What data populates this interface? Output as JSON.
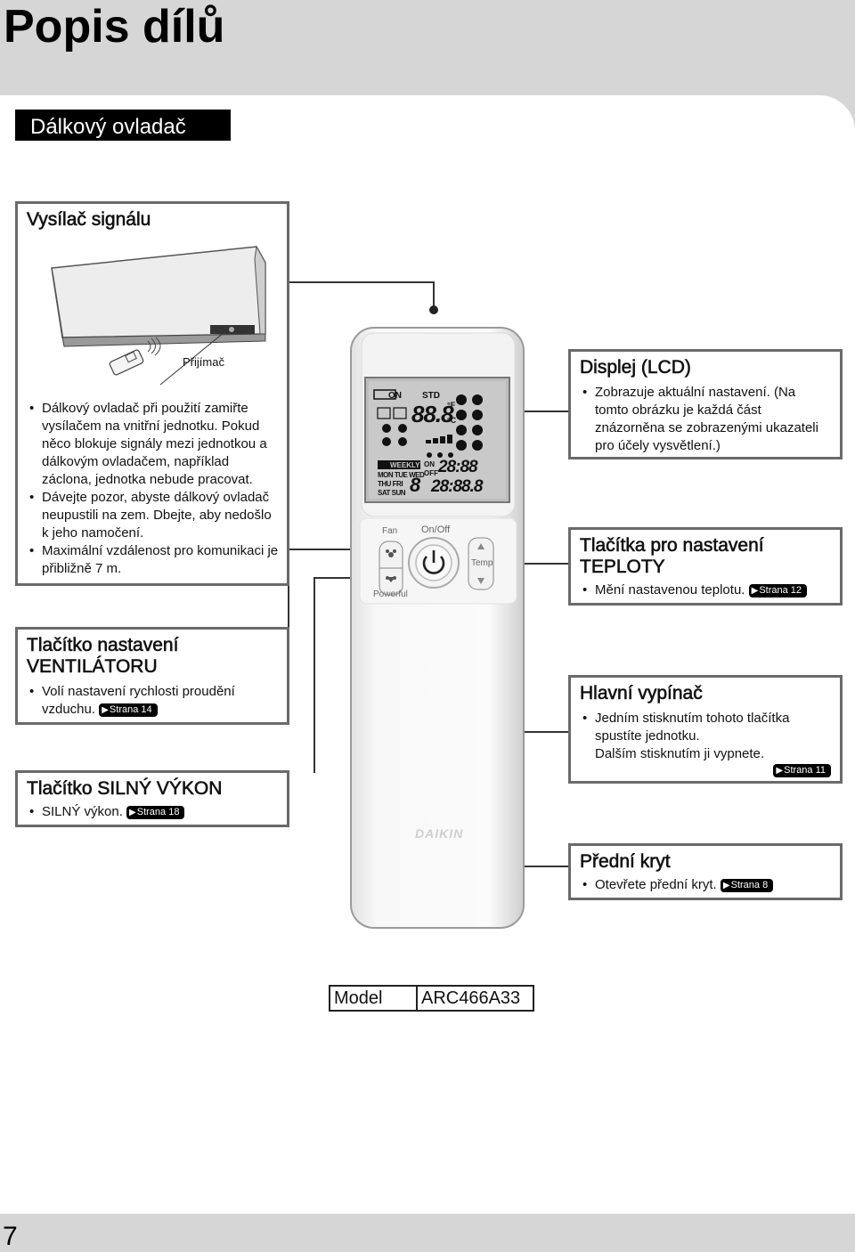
{
  "page": {
    "title": "Popis dílů",
    "section_title": "Dálkový ovladač",
    "page_number": "7"
  },
  "signal": {
    "title": "Vysílač signálu",
    "receiver_label": "Přijímač",
    "bullets": [
      "Dálkový ovladač při použití zamiřte vysílačem na vnitřní jednotku. Pokud něco blokuje signály mezi jednotkou a dálkovým ovladačem, například záclona, jednotka nebude pracovat.",
      "Dávejte pozor, abyste dálkový ovladač neupustili na zem. Dbejte, aby nedošlo k jeho namočení.",
      "Maximální vzdálenost pro komunikaci je přibližně 7 m."
    ]
  },
  "fan": {
    "title_line1": "Tlačítko nastavení",
    "title_line2": "VENTILÁTORU",
    "text": "Volí nastavení rychlosti proudění vzduchu.",
    "ref": "Strana 14"
  },
  "powerful": {
    "title": "Tlačítko SILNÝ VÝKON",
    "text": "SILNÝ výkon.",
    "ref": "Strana 18"
  },
  "display": {
    "title": "Displej (LCD)",
    "text": "Zobrazuje aktuální nastavení. (Na tomto obrázku je každá část znázorněna se zobrazenými ukazateli pro účely vysvětlení.)"
  },
  "temp": {
    "title_line1": "Tlačítka pro nastavení",
    "title_line2": "TEPLOTY",
    "text": "Mění nastavenou teplotu.",
    "ref": "Strana 12"
  },
  "main_switch": {
    "title": "Hlavní vypínač",
    "text_line1": "Jedním stisknutím tohoto tlačítka spustíte jednotku.",
    "text_line2": "Dalším stisknutím ji vypnete.",
    "ref": "Strana 11"
  },
  "front_cover": {
    "title": "Přední kryt",
    "text": "Otevřete přední kryt.",
    "ref": "Strana 8"
  },
  "model": {
    "label": "Model",
    "value": "ARC466A33"
  },
  "remote": {
    "fan_label": "Fan",
    "onoff_label": "On/Off",
    "temp_label": "Temp",
    "powerful_label": "Powerful",
    "brand": "DAIKIN",
    "lcd": {
      "on": "ON",
      "std": "STD",
      "weekly": "WEEKLY",
      "days1": "MON TUE WED",
      "days2": "THU FRI",
      "days3": "SAT SUN",
      "timer_on": "ON",
      "timer_off": "OFF",
      "digits_big": "88.8",
      "digits_time1": "28:88",
      "digits_time2": "28:88.8",
      "day_digit": "8",
      "unit_f": "°F",
      "unit_c": "°C"
    }
  },
  "colors": {
    "background": "#d6d6d6",
    "panel": "#ffffff",
    "accent": "#000000",
    "border": "#6a6a6a"
  }
}
